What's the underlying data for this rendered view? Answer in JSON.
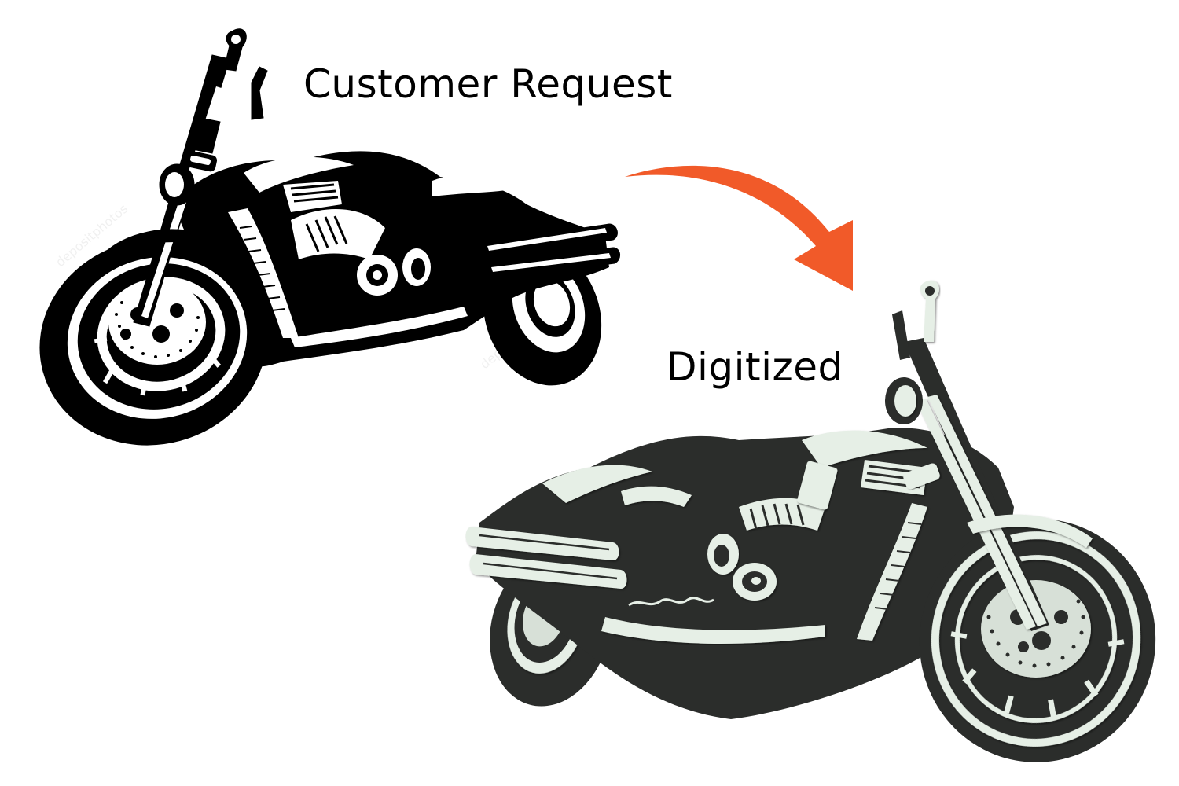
{
  "labels": {
    "customer_request": "Customer Request",
    "digitized": "Digitized"
  },
  "images": {
    "original": {
      "description": "Black and white line-art cruiser motorcycle, front wheel to the left",
      "style": "line-art",
      "colors": {
        "ink": "#000000",
        "paper": "#ffffff"
      },
      "watermark": "depositphotos"
    },
    "digitized": {
      "description": "Embroidered version of the same motorcycle, mirrored with front wheel to the right",
      "style": "embroidery",
      "colors": {
        "fabric": "#2b2d2b",
        "thread": "#e6efe6",
        "thread_shadow": "#9aa59a"
      }
    }
  },
  "arrow": {
    "direction": "curved-down-right",
    "color": "#f15a29"
  }
}
